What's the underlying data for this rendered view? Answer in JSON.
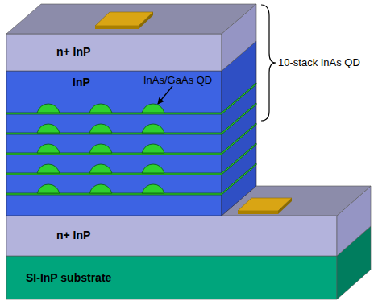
{
  "diagram": {
    "nodes": [
      {
        "text": [
          "n+ InP"
        ]
      },
      {
        "text": [
          "InP"
        ]
      },
      {
        "text": [
          "n+ InP"
        ]
      },
      {
        "text": [
          "SI-InP substrate"
        ]
      }
    ],
    "labels": [
      "InAs/GaAs QD",
      "10-stack InAs QD"
    ]
  }
}
